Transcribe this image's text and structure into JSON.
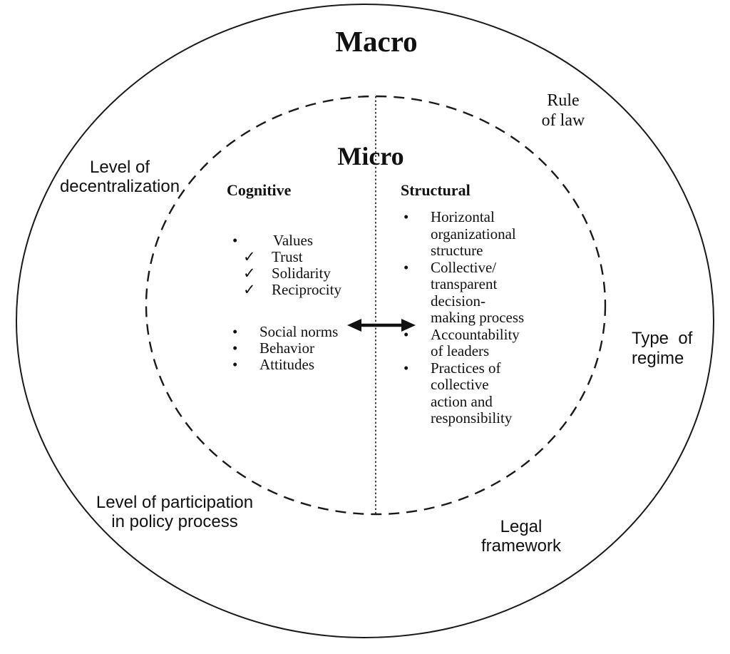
{
  "colors": {
    "background": "#ffffff",
    "ink": "#111111",
    "stroke": "#1a1a1a"
  },
  "icons": {
    "bullet_glyph": "•",
    "check_glyph": "✓"
  },
  "macro": {
    "title": "Macro",
    "labels": {
      "rule_of_law": "Rule\nof law",
      "level_of_decentralization": "Level of\ndecentralization",
      "type_of_regime": "Type  of\nregime",
      "level_of_participation": "Level of participation\nin policy process",
      "legal_framework": "Legal\nframework"
    }
  },
  "micro": {
    "title": "Micro",
    "cognitive": {
      "header": "Cognitive",
      "values_item": "Values",
      "value_checks": [
        "Trust",
        "Solidarity",
        "Reciprocity"
      ],
      "other_items": [
        "Social norms",
        "Behavior",
        "Attitudes"
      ]
    },
    "structural": {
      "header": "Structural",
      "items": [
        "Horizontal\norganizational\nstructure",
        "Collective/\ntransparent\ndecision-\nmaking process",
        "Accountability\nof leaders",
        "Practices of\ncollective\naction and\nresponsibility"
      ]
    }
  }
}
